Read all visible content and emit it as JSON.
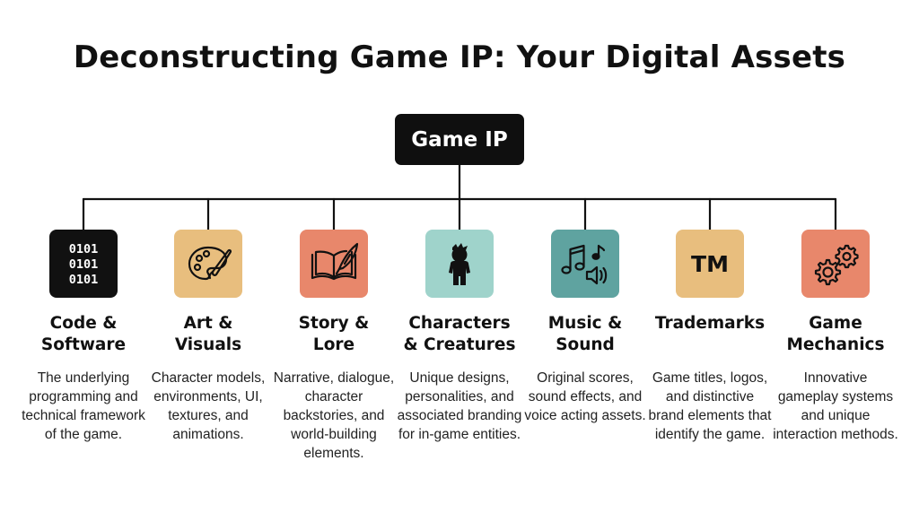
{
  "title": "Deconstructing Game IP: Your Digital Assets",
  "root": {
    "label": "Game IP"
  },
  "categories": [
    {
      "title_line1": "Code &",
      "title_line2": "Software",
      "description": "The underlying programming and technical framework of the game.",
      "icon": "binary-code-icon",
      "icon_text": [
        "0101",
        "0101",
        "0101"
      ],
      "color": "#111111"
    },
    {
      "title_line1": "Art &",
      "title_line2": "Visuals",
      "description": "Character models, environments, UI, textures, and animations.",
      "icon": "palette-brush-icon",
      "color": "#E8BE7E"
    },
    {
      "title_line1": "Story &",
      "title_line2": "Lore",
      "description": "Narrative, dialogue, character backstories, and world-building elements.",
      "icon": "book-quill-icon",
      "color": "#E8876B"
    },
    {
      "title_line1": "Characters",
      "title_line2": "& Creatures",
      "description": "Unique designs, personalities, and associated branding for in-game entities.",
      "icon": "character-figure-icon",
      "color": "#9FD3CB"
    },
    {
      "title_line1": "Music &",
      "title_line2": "Sound",
      "description": "Original scores, sound effects, and voice acting assets.",
      "icon": "music-notes-speaker-icon",
      "color": "#5FA3A0"
    },
    {
      "title_line1": "Trademarks",
      "title_line2": "",
      "description": "Game titles, logos, and distinctive brand elements that identify the game.",
      "icon": "trademark-icon",
      "icon_text": "TM",
      "color": "#E8BE7E"
    },
    {
      "title_line1": "Game",
      "title_line2": "Mechanics",
      "description": "Innovative gameplay systems and unique interaction methods.",
      "icon": "gears-icon",
      "color": "#E8876B"
    }
  ]
}
